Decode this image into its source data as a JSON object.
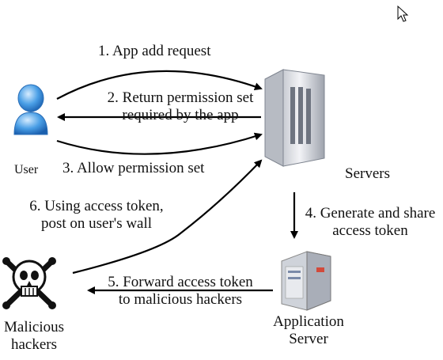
{
  "nodes": {
    "user": "User",
    "servers": "Servers",
    "app_server": [
      "Application",
      "Server"
    ],
    "hackers": [
      "Malicious",
      "hackers"
    ]
  },
  "steps": {
    "s1": [
      "1. App add request"
    ],
    "s2": [
      "2. Return permission set",
      "required by the app"
    ],
    "s3": [
      "3. Allow permission set"
    ],
    "s4": [
      "4. Generate and share",
      "access token"
    ],
    "s5": [
      "5. Forward access token",
      "to malicious hackers"
    ],
    "s6": [
      "6. Using access token,",
      "post on user's wall"
    ]
  }
}
